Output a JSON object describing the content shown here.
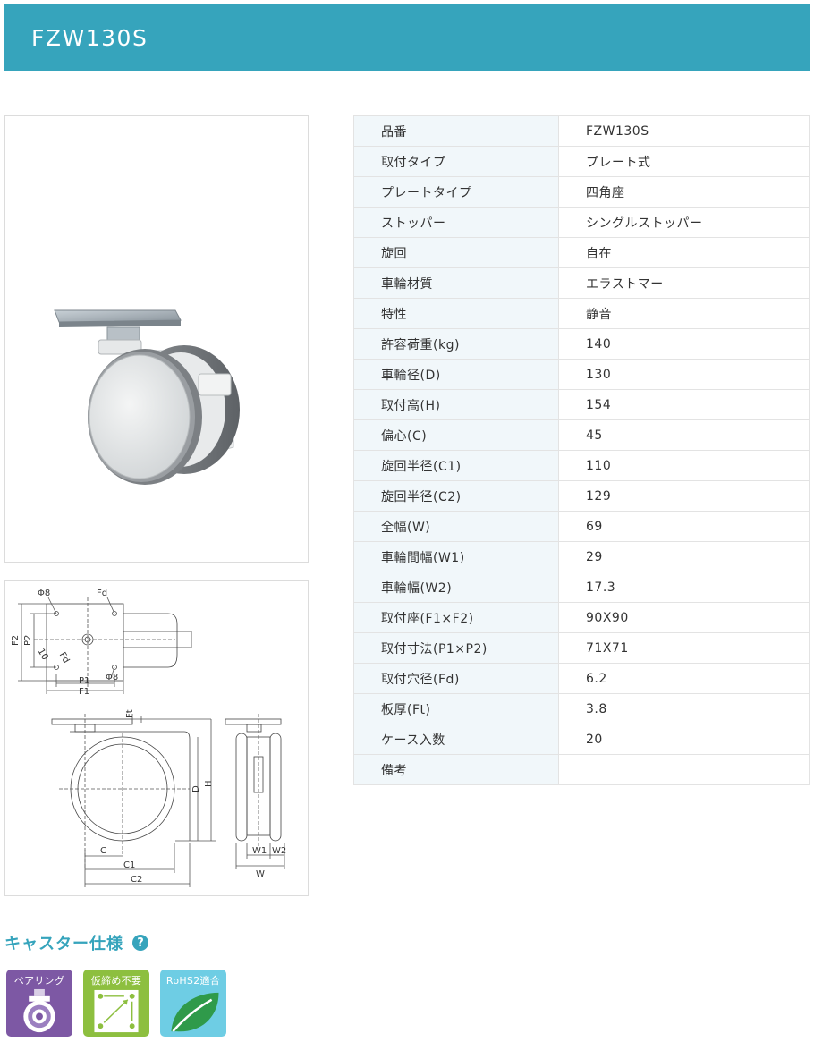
{
  "header": {
    "title": "FZW130S"
  },
  "specs": [
    {
      "label": "品番",
      "value": "FZW130S"
    },
    {
      "label": "取付タイプ",
      "value": "プレート式"
    },
    {
      "label": "プレートタイプ",
      "value": "四角座"
    },
    {
      "label": "ストッパー",
      "value": "シングルストッパー"
    },
    {
      "label": "旋回",
      "value": "自在"
    },
    {
      "label": "車輪材質",
      "value": "エラストマー"
    },
    {
      "label": "特性",
      "value": "静音"
    },
    {
      "label": "許容荷重(kg)",
      "value": "140"
    },
    {
      "label": "車輪径(D)",
      "value": "130"
    },
    {
      "label": "取付高(H)",
      "value": "154"
    },
    {
      "label": "偏心(C)",
      "value": "45"
    },
    {
      "label": "旋回半径(C1)",
      "value": "110"
    },
    {
      "label": "旋回半径(C2)",
      "value": "129"
    },
    {
      "label": "全幅(W)",
      "value": "69"
    },
    {
      "label": "車輪間幅(W1)",
      "value": "29"
    },
    {
      "label": "車輪幅(W2)",
      "value": "17.3"
    },
    {
      "label": "取付座(F1×F2)",
      "value": "90X90"
    },
    {
      "label": "取付寸法(P1×P2)",
      "value": "71X71"
    },
    {
      "label": "取付穴径(Fd)",
      "value": "6.2"
    },
    {
      "label": "板厚(Ft)",
      "value": "3.8"
    },
    {
      "label": "ケース入数",
      "value": "20"
    },
    {
      "label": "備考",
      "value": ""
    }
  ],
  "drawing": {
    "phi8_top": "Φ8",
    "fd": "Fd",
    "phi8_bottom": "Φ8",
    "f2": "F2",
    "p2": "P2",
    "ten": "10",
    "fd_small": "Fd",
    "p1": "P1",
    "f1": "F1",
    "ft": "Ft",
    "d": "D",
    "h": "H",
    "c": "C",
    "c1": "C1",
    "c2": "C2",
    "w1": "W1",
    "w2": "W2",
    "w": "W"
  },
  "caster_spec": {
    "title": "キャスター仕様",
    "help": "?"
  },
  "badges": {
    "bearing": "ベアリング",
    "temporary": "仮締め不要",
    "rohs": "RoHS2適合"
  },
  "colors": {
    "accent": "#36a4bc",
    "label_bg": "#f1f7fa",
    "badge_bearing": "#7d58a4",
    "badge_temporary": "#8dbf3f",
    "badge_rohs": "#6ecde4"
  }
}
